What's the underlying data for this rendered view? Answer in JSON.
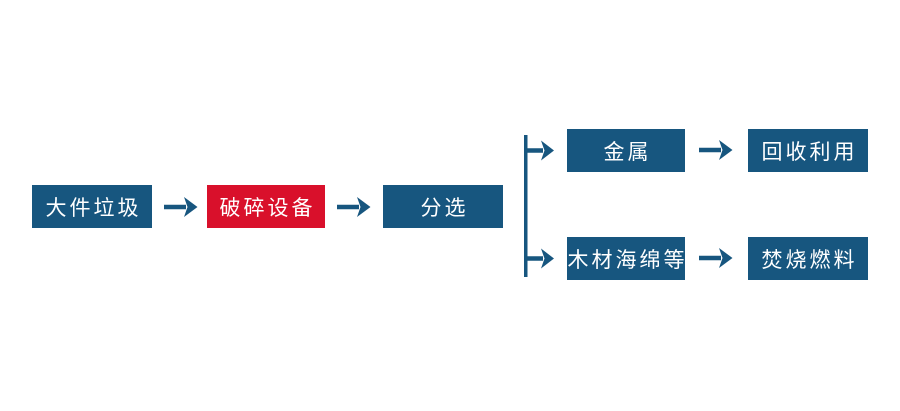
{
  "diagram": {
    "type": "flowchart",
    "background": "#ffffff",
    "colors": {
      "node_blue": "#17567f",
      "node_red": "#d9102b",
      "arrow_blue": "#17567f",
      "label_text": "#ffffff"
    },
    "main_flow": [
      {
        "id": "bulky-waste",
        "label": "大件垃圾",
        "style": "blue"
      },
      {
        "id": "crushing-equipment",
        "label": "破碎设备",
        "style": "red"
      },
      {
        "id": "sorting",
        "label": "分选",
        "style": "blue"
      }
    ],
    "branches": [
      {
        "id": "top",
        "material": "金属",
        "output": "回收利用"
      },
      {
        "id": "bottom",
        "material": "木材海绵等",
        "output": "焚烧燃料"
      }
    ]
  }
}
